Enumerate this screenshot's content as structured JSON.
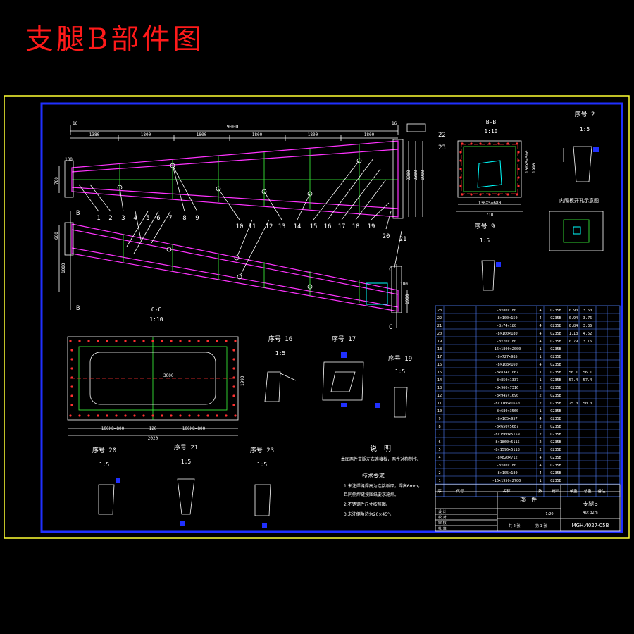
{
  "title": "支腿B部件图",
  "main_view": {
    "overall_length": "9000",
    "top_dims": [
      "1380",
      "1800",
      "1800",
      "1800",
      "1800",
      "1800"
    ],
    "end_dims_left": "16",
    "end_dims_right": "16",
    "right_dims": [
      "2200",
      "2300",
      "1990"
    ],
    "left_dims": [
      "780",
      "100"
    ],
    "section_markers": [
      "B",
      "B",
      "C",
      "C"
    ],
    "part_callouts_top": [
      "1",
      "2",
      "3",
      "4",
      "5",
      "6",
      "7",
      "8",
      "9",
      "10",
      "11",
      "12",
      "13",
      "14",
      "15",
      "16",
      "17",
      "18",
      "19",
      "20",
      "21"
    ],
    "lower_left_dims": [
      "600",
      "1080"
    ],
    "lower_right_dims": [
      "1990",
      "100"
    ]
  },
  "view_BB": {
    "label": "B-B",
    "scale": "1:10",
    "callouts": [
      "22",
      "23"
    ],
    "dims": [
      "136X5=680",
      "710",
      "1990",
      "100X5=500"
    ]
  },
  "view_CC": {
    "label": "C-C",
    "scale": "1:10",
    "dims": [
      "100X8=800",
      "120",
      "100X8=800",
      "2020",
      "1990",
      "3000"
    ]
  },
  "details": {
    "seq2": {
      "label": "序号 2",
      "scale": "1:5"
    },
    "seq9": {
      "label": "序号 9",
      "scale": "1:5"
    },
    "seq16": {
      "label": "序号 16",
      "scale": "1:5"
    },
    "seq17": {
      "label": "序号 17",
      "scale": ""
    },
    "seq19": {
      "label": "序号 19",
      "scale": "1:5"
    },
    "seq20": {
      "label": "序号 20",
      "scale": "1:5"
    },
    "seq21": {
      "label": "序号 21",
      "scale": "1:5"
    },
    "seq23": {
      "label": "序号 23",
      "scale": "1:5"
    },
    "inner_plate": {
      "label": "内隔板开孔示意图"
    }
  },
  "notes": {
    "heading": "说　明",
    "line1": "本图两件支腿左右连接板，两件对称制作。",
    "tech_heading": "技术要求",
    "items": [
      "1.未注焊缝焊高为连接板厚，焊高6mm，",
      "  且同侧焊缝按图纸要求施焊。",
      "2.不锈钢件尺寸按照图。",
      "3.未注倒角边为20×45°。"
    ]
  },
  "bom": {
    "rows": [
      [
        "23",
        "-8×80×180",
        "4",
        "Q235B",
        "0.90",
        "3.60",
        ""
      ],
      [
        "22",
        "-8×100×150",
        "4",
        "Q235B",
        "0.94",
        "3.76",
        ""
      ],
      [
        "21",
        "-8×74×180",
        "4",
        "Q235B",
        "0.84",
        "3.36",
        ""
      ],
      [
        "20",
        "-8×100×180",
        "4",
        "Q235B",
        "1.13",
        "4.52",
        ""
      ],
      [
        "19",
        "-8×70×180",
        "4",
        "Q235B",
        "0.79",
        "3.16",
        ""
      ],
      [
        "18",
        "-16×1800×2000",
        "1",
        "Q235B",
        "",
        "",
        ""
      ],
      [
        "17",
        "-8×727×985",
        "1",
        "Q235B",
        "",
        "",
        ""
      ],
      [
        "16",
        "-8×108×160",
        "4",
        "Q235B",
        "",
        "",
        ""
      ],
      [
        "15",
        "-8×834×1067",
        "1",
        "Q235B",
        "56.1",
        "56.1",
        ""
      ],
      [
        "14",
        "-8×850×1337",
        "1",
        "Q235B",
        "57.4",
        "57.4",
        ""
      ],
      [
        "13",
        "-8×960×7316",
        "2",
        "Q235B",
        "",
        "",
        ""
      ],
      [
        "12",
        "-8×945×1690",
        "2",
        "Q235B",
        "",
        "",
        ""
      ],
      [
        "11",
        "-8×1166×1650",
        "2",
        "Q235B",
        "25.0",
        "50.0",
        ""
      ],
      [
        "10",
        "-8×680×3560",
        "1",
        "Q235B",
        "",
        "",
        ""
      ],
      [
        "9",
        "-8×105×957",
        "4",
        "Q235B",
        "",
        "",
        ""
      ],
      [
        "8",
        "-8×650×5687",
        "2",
        "Q235B",
        "",
        "",
        ""
      ],
      [
        "7",
        "-8×1560×5159",
        "2",
        "Q235B",
        "",
        "",
        ""
      ],
      [
        "6",
        "-8×1860×5115",
        "2",
        "Q235B",
        "",
        "",
        ""
      ],
      [
        "5",
        "-8×1596×5118",
        "2",
        "Q235B",
        "",
        "",
        ""
      ],
      [
        "4",
        "-8×820×712",
        "4",
        "Q235B",
        "",
        "",
        ""
      ],
      [
        "3",
        "-8×80×180",
        "4",
        "Q235B",
        "",
        "",
        ""
      ],
      [
        "2",
        "-8×105×180",
        "4",
        "Q235B",
        "",
        "",
        ""
      ],
      [
        "1",
        "-16×1950×2700",
        "1",
        "Q235B",
        "",
        "",
        ""
      ]
    ],
    "header": [
      "序",
      "代号",
      "名称",
      "数",
      "材料",
      "单重",
      "总重",
      "备注"
    ],
    "title_block": {
      "part_label": "部　件",
      "name": "支腿B",
      "sub": "40t 32m",
      "drawing_no": "MGH.4027-05B",
      "scale_text": "1:20",
      "sheet": "共 2 张",
      "sheet2": "第 1 张",
      "roles": [
        "设 计",
        "校 对",
        "审 核",
        "批 准"
      ]
    }
  }
}
